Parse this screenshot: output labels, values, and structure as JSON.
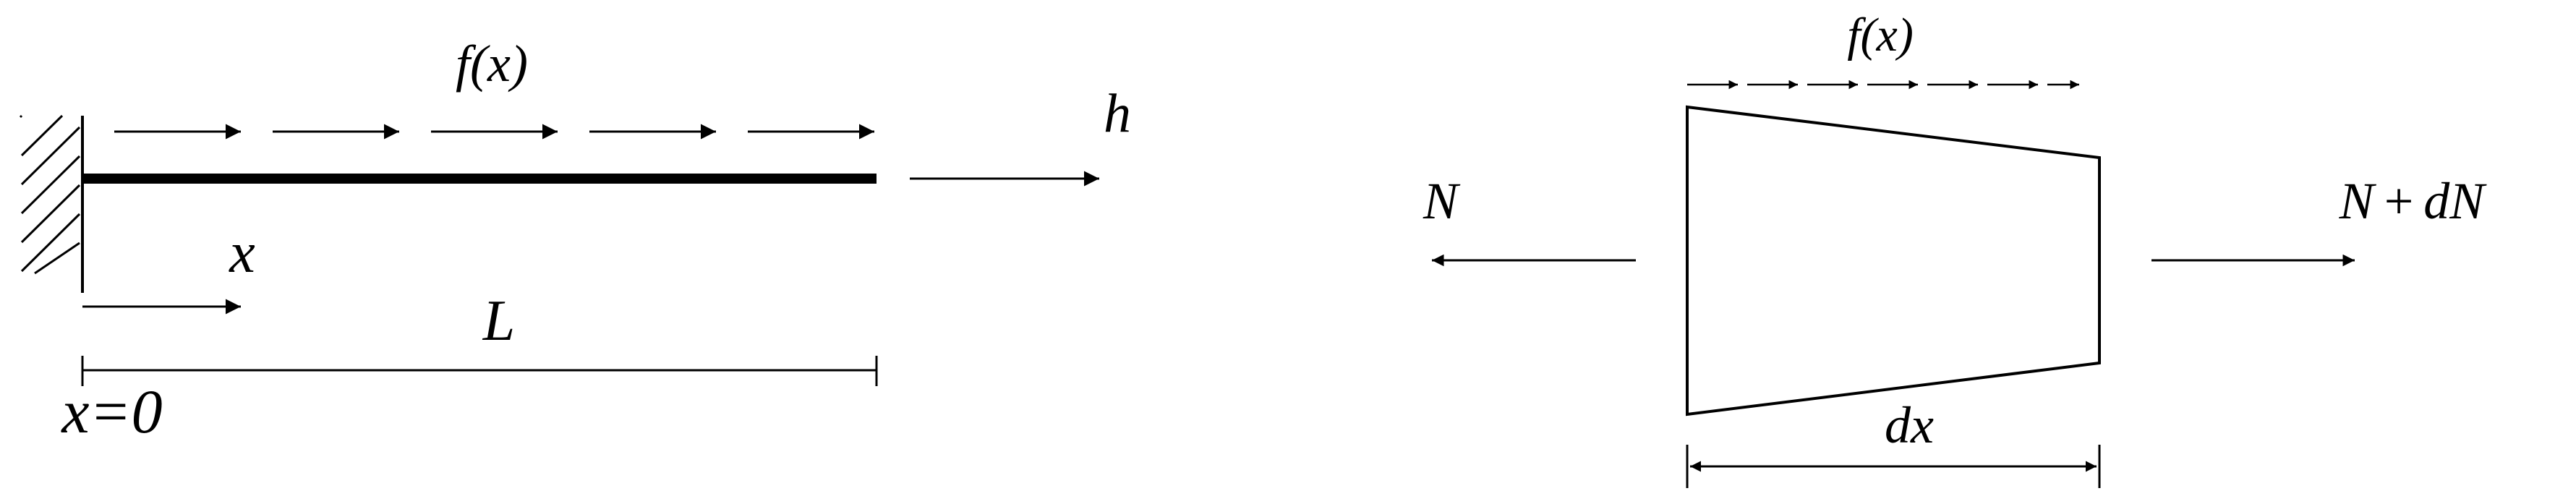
{
  "left_figure": {
    "labels": {
      "load": "f(x)",
      "tip_force": "h",
      "coordinate": "x",
      "length": "L",
      "origin": "x=0"
    }
  },
  "right_figure": {
    "labels": {
      "load": "f(x)",
      "left_force": "N",
      "right_force_prefix": "N",
      "right_force_op": "+",
      "right_force_suffix": "dN",
      "width": "dx"
    }
  },
  "colors": {
    "ink": "#000000",
    "background": "#ffffff"
  }
}
